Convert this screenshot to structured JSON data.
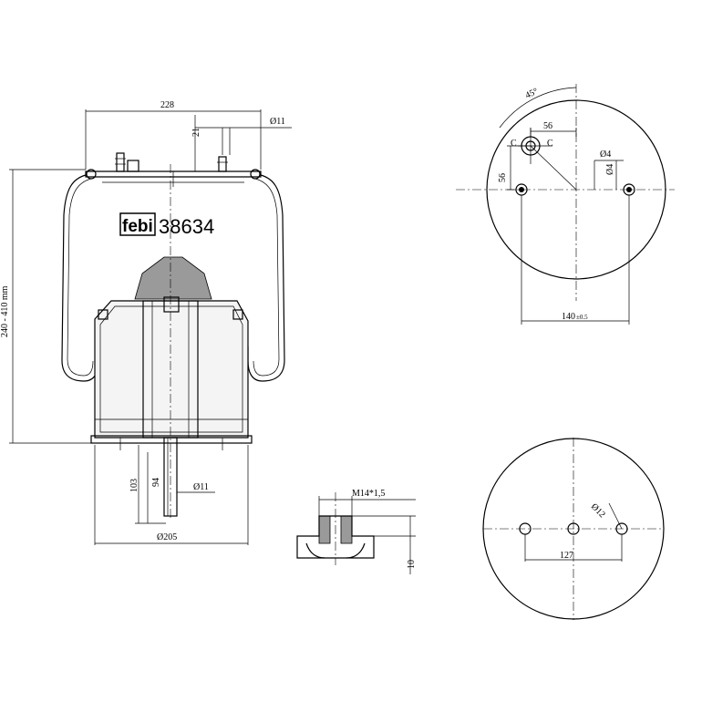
{
  "brand": {
    "logo_text": "febi",
    "part_number": "38634"
  },
  "dimensions": {
    "top_width": "228",
    "stud_height": "21",
    "stud_dia": "Ø11",
    "height_range": "240 - 410 mm",
    "base_dia": "Ø205",
    "pin_length_outer": "103",
    "pin_length_inner": "94",
    "pin_dia": "Ø11",
    "thread": "M14*1,5",
    "nut_height": "10",
    "angle": "45°",
    "top_offset": "56",
    "chamfer_left": "C",
    "chamfer_right": "C",
    "vertical_offset": "56",
    "hole_dia_a": "Ø4",
    "hole_dia_b": "Ø4",
    "bolt_spacing": "140",
    "bolt_spacing_tol": "±0.5",
    "bottom_hole_dia": "Ø12",
    "bottom_spacing": "127"
  }
}
